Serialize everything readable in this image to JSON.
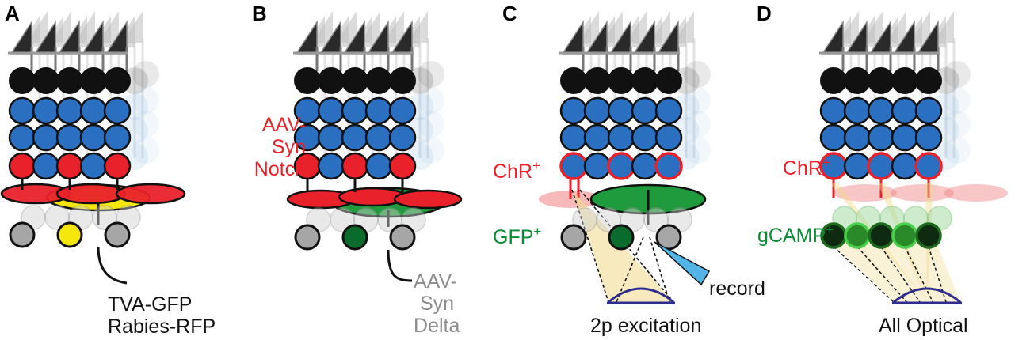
{
  "colors": {
    "black": "#111111",
    "blue": "#2b6fc0",
    "red": "#e8212b",
    "yellow": "#f5e70c",
    "green_dark": "#0b6b2c",
    "green_fill": "#1f9b3d",
    "green_light": "#49d04a",
    "grey": "#a6a6a6",
    "beam": "#f2d98a",
    "lens": "#2e2e8f",
    "electrode": "#53b4e6"
  },
  "panels": [
    {
      "letter": "A",
      "bottom_lines": [
        "TVA-GFP",
        "Rabies-RFP"
      ]
    },
    {
      "letter": "B",
      "side_lines": [
        "AAV-",
        "Syn",
        "Notch"
      ],
      "bottom_lines": [
        "AAV-",
        "Syn",
        "Delta"
      ]
    },
    {
      "letter": "C",
      "side_top": "ChR",
      "side_top_sup": "+",
      "side_bottom": "GFP",
      "side_bottom_sup": "+",
      "record_label": "record",
      "bottom_label": "2p excitation"
    },
    {
      "letter": "D",
      "side_top": "ChR",
      "side_top_sup": "+",
      "side_bottom": "gCAMP",
      "side_bottom_sup": "+",
      "bottom_label": "All Optical"
    }
  ]
}
